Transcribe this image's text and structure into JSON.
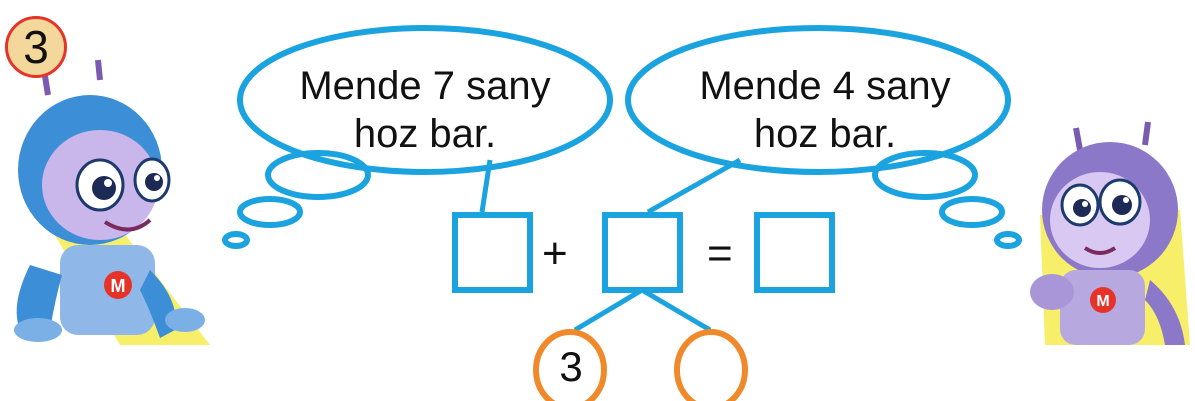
{
  "task": {
    "number": "3",
    "badge_color": "#f4d79a",
    "badge_border_color": "#e6332a"
  },
  "speech_bubbles": [
    {
      "speaker": "left-robot",
      "text": "Mende 7 sany\nhoz bar."
    },
    {
      "speaker": "right-robot",
      "text": "Mende 4 sany\nhoz bar."
    }
  ],
  "equation": {
    "operator_plus": "+",
    "operator_equals": "=",
    "first_addend": "",
    "second_addend": "",
    "sum": ""
  },
  "decomposition": {
    "part_left": "3",
    "part_right": ""
  },
  "colors": {
    "bubble_outline": "#1ba3e0",
    "answer_box_outline": "#1ba3e0",
    "decomposition_circle": "#f0892a",
    "left_robot": "#3c8fd6",
    "right_robot": "#8b78c9"
  }
}
